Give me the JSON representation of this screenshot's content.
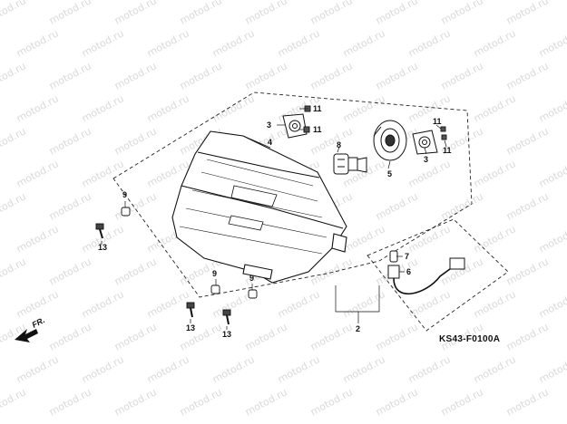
{
  "watermark": "motod.ru",
  "diagram_code": "KS43-F0100A",
  "front_indicator": "FR.",
  "callouts": {
    "headlight_unit": "4",
    "bulb": "8",
    "bulb_socket_cover": "5",
    "bracket_left": "3",
    "bracket_right": "3",
    "screw_top_a": "11",
    "screw_top_b": "11",
    "screw_right_a": "11",
    "screw_right_b": "11",
    "grommet_upper": "9",
    "grommet_lower_a": "9",
    "grommet_lower_b": "9",
    "bolt_upper": "13",
    "bolt_lower_a": "13",
    "bolt_lower_b": "13",
    "position_bulb": "7",
    "position_socket": "6",
    "assembly": "2"
  }
}
